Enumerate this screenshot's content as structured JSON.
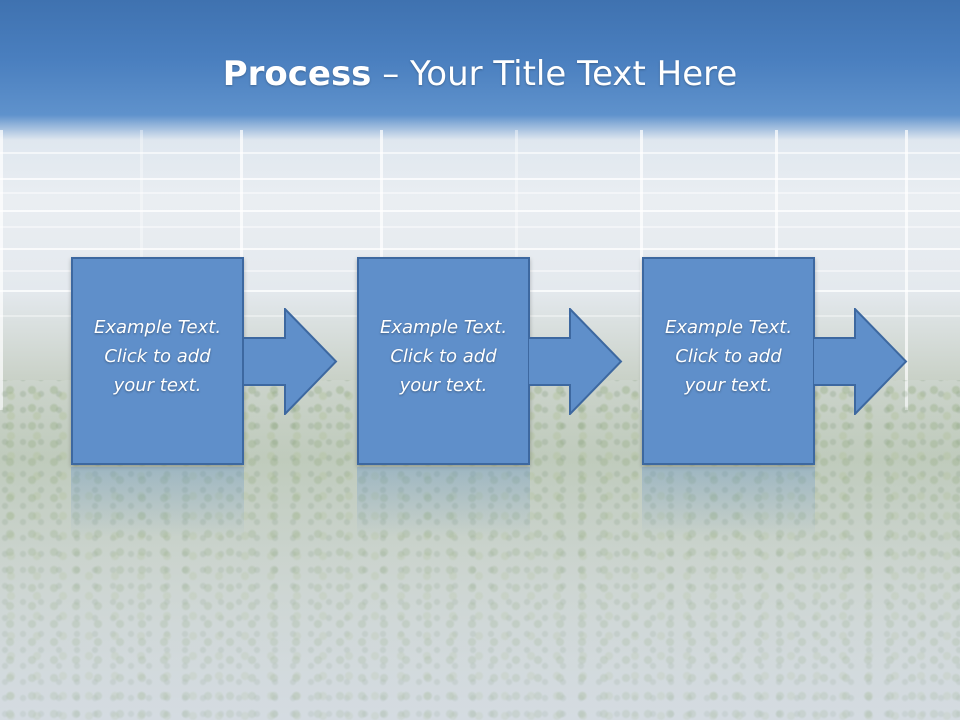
{
  "slide": {
    "title_bold": "Process",
    "title_rest": " – Your Title Text Here"
  },
  "steps": [
    {
      "text": "Example Text.\nClick  to add\nyour text."
    },
    {
      "text": "Example Text.\nClick  to add\nyour text."
    },
    {
      "text": "Example Text.\nClick  to add\nyour text."
    }
  ],
  "colors": {
    "box_fill": "#5f8fca",
    "box_border": "#3d68a0",
    "header_blue": "#4a7fbf"
  }
}
